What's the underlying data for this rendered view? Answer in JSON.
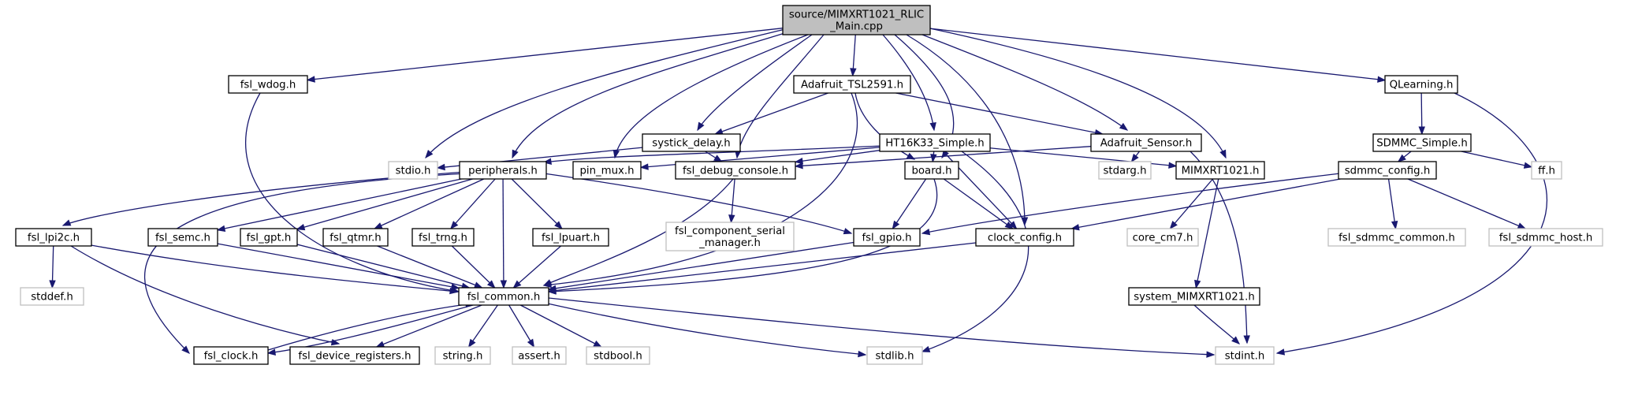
{
  "diagram": {
    "type": "include-dependency-graph",
    "nodes": [
      {
        "id": "main",
        "lines": [
          "source/MIMXRT1021_RLIC",
          "_Main.cpp"
        ],
        "kind": "root"
      },
      {
        "id": "fsl_wdog",
        "lines": [
          "fsl_wdog.h"
        ],
        "kind": "internal"
      },
      {
        "id": "adafruit_tsl",
        "lines": [
          "Adafruit_TSL2591.h"
        ],
        "kind": "internal"
      },
      {
        "id": "qlearning",
        "lines": [
          "QLearning.h"
        ],
        "kind": "internal"
      },
      {
        "id": "systick",
        "lines": [
          "systick_delay.h"
        ],
        "kind": "internal"
      },
      {
        "id": "ht16k33",
        "lines": [
          "HT16K33_Simple.h"
        ],
        "kind": "internal"
      },
      {
        "id": "adafruit_sensor",
        "lines": [
          "Adafruit_Sensor.h"
        ],
        "kind": "internal"
      },
      {
        "id": "sdmmc_simple",
        "lines": [
          "SDMMC_Simple.h"
        ],
        "kind": "internal"
      },
      {
        "id": "stdio",
        "lines": [
          "stdio.h"
        ],
        "kind": "external"
      },
      {
        "id": "peripherals",
        "lines": [
          "peripherals.h"
        ],
        "kind": "internal"
      },
      {
        "id": "pin_mux",
        "lines": [
          "pin_mux.h"
        ],
        "kind": "internal"
      },
      {
        "id": "fsl_debug_console",
        "lines": [
          "fsl_debug_console.h"
        ],
        "kind": "internal"
      },
      {
        "id": "board",
        "lines": [
          "board.h"
        ],
        "kind": "internal"
      },
      {
        "id": "stdarg",
        "lines": [
          "stdarg.h"
        ],
        "kind": "external"
      },
      {
        "id": "mimxrt1021",
        "lines": [
          "MIMXRT1021.h"
        ],
        "kind": "internal"
      },
      {
        "id": "sdmmc_config",
        "lines": [
          "sdmmc_config.h"
        ],
        "kind": "internal"
      },
      {
        "id": "ff",
        "lines": [
          "ff.h"
        ],
        "kind": "external"
      },
      {
        "id": "fsl_lpi2c",
        "lines": [
          "fsl_lpi2c.h"
        ],
        "kind": "internal"
      },
      {
        "id": "fsl_semc",
        "lines": [
          "fsl_semc.h"
        ],
        "kind": "internal"
      },
      {
        "id": "fsl_gpt",
        "lines": [
          "fsl_gpt.h"
        ],
        "kind": "internal"
      },
      {
        "id": "fsl_qtmr",
        "lines": [
          "fsl_qtmr.h"
        ],
        "kind": "internal"
      },
      {
        "id": "fsl_trng",
        "lines": [
          "fsl_trng.h"
        ],
        "kind": "internal"
      },
      {
        "id": "fsl_lpuart",
        "lines": [
          "fsl_lpuart.h"
        ],
        "kind": "internal"
      },
      {
        "id": "fsl_component_serial",
        "lines": [
          "fsl_component_serial",
          "_manager.h"
        ],
        "kind": "external"
      },
      {
        "id": "fsl_gpio",
        "lines": [
          "fsl_gpio.h"
        ],
        "kind": "internal"
      },
      {
        "id": "clock_config",
        "lines": [
          "clock_config.h"
        ],
        "kind": "internal"
      },
      {
        "id": "core_cm7",
        "lines": [
          "core_cm7.h"
        ],
        "kind": "external"
      },
      {
        "id": "fsl_sdmmc_common",
        "lines": [
          "fsl_sdmmc_common.h"
        ],
        "kind": "external"
      },
      {
        "id": "fsl_sdmmc_host",
        "lines": [
          "fsl_sdmmc_host.h"
        ],
        "kind": "external"
      },
      {
        "id": "stddef",
        "lines": [
          "stddef.h"
        ],
        "kind": "external"
      },
      {
        "id": "fsl_common",
        "lines": [
          "fsl_common.h"
        ],
        "kind": "internal"
      },
      {
        "id": "system_mimxrt1021",
        "lines": [
          "system_MIMXRT1021.h"
        ],
        "kind": "internal"
      },
      {
        "id": "fsl_clock",
        "lines": [
          "fsl_clock.h"
        ],
        "kind": "internal"
      },
      {
        "id": "fsl_device_registers",
        "lines": [
          "fsl_device_registers.h"
        ],
        "kind": "internal"
      },
      {
        "id": "string",
        "lines": [
          "string.h"
        ],
        "kind": "external"
      },
      {
        "id": "assert",
        "lines": [
          "assert.h"
        ],
        "kind": "external"
      },
      {
        "id": "stdbool",
        "lines": [
          "stdbool.h"
        ],
        "kind": "external"
      },
      {
        "id": "stdlib",
        "lines": [
          "stdlib.h"
        ],
        "kind": "external"
      },
      {
        "id": "stdint",
        "lines": [
          "stdint.h"
        ],
        "kind": "external"
      }
    ],
    "edges": [
      {
        "from": "main",
        "to": "fsl_wdog"
      },
      {
        "from": "main",
        "to": "stdio"
      },
      {
        "from": "main",
        "to": "peripherals"
      },
      {
        "from": "main",
        "to": "systick"
      },
      {
        "from": "main",
        "to": "pin_mux"
      },
      {
        "from": "main",
        "to": "fsl_debug_console"
      },
      {
        "from": "main",
        "to": "adafruit_tsl"
      },
      {
        "from": "main",
        "to": "ht16k33"
      },
      {
        "from": "main",
        "to": "board"
      },
      {
        "from": "main",
        "to": "clock_config"
      },
      {
        "from": "main",
        "to": "adafruit_sensor"
      },
      {
        "from": "main",
        "to": "mimxrt1021"
      },
      {
        "from": "main",
        "to": "qlearning"
      },
      {
        "from": "fsl_wdog",
        "to": "fsl_common"
      },
      {
        "from": "adafruit_tsl",
        "to": "systick"
      },
      {
        "from": "adafruit_tsl",
        "to": "adafruit_sensor"
      },
      {
        "from": "adafruit_tsl",
        "to": "board"
      },
      {
        "from": "adafruit_tsl",
        "to": "fsl_common"
      },
      {
        "from": "qlearning",
        "to": "sdmmc_simple"
      },
      {
        "from": "qlearning",
        "to": "stdint"
      },
      {
        "from": "systick",
        "to": "stdio"
      },
      {
        "from": "systick",
        "to": "fsl_debug_console"
      },
      {
        "from": "ht16k33",
        "to": "peripherals"
      },
      {
        "from": "ht16k33",
        "to": "pin_mux"
      },
      {
        "from": "ht16k33",
        "to": "fsl_debug_console"
      },
      {
        "from": "ht16k33",
        "to": "board"
      },
      {
        "from": "ht16k33",
        "to": "clock_config"
      },
      {
        "from": "ht16k33",
        "to": "mimxrt1021"
      },
      {
        "from": "ht16k33",
        "to": "stdlib"
      },
      {
        "from": "adafruit_sensor",
        "to": "fsl_debug_console"
      },
      {
        "from": "adafruit_sensor",
        "to": "stdarg"
      },
      {
        "from": "adafruit_sensor",
        "to": "stdint"
      },
      {
        "from": "sdmmc_simple",
        "to": "sdmmc_config"
      },
      {
        "from": "sdmmc_simple",
        "to": "ff"
      },
      {
        "from": "peripherals",
        "to": "fsl_lpi2c"
      },
      {
        "from": "peripherals",
        "to": "fsl_semc"
      },
      {
        "from": "peripherals",
        "to": "fsl_gpt"
      },
      {
        "from": "peripherals",
        "to": "fsl_qtmr"
      },
      {
        "from": "peripherals",
        "to": "fsl_trng"
      },
      {
        "from": "peripherals",
        "to": "fsl_lpuart"
      },
      {
        "from": "peripherals",
        "to": "fsl_gpio"
      },
      {
        "from": "peripherals",
        "to": "fsl_common"
      },
      {
        "from": "peripherals",
        "to": "fsl_clock"
      },
      {
        "from": "fsl_debug_console",
        "to": "fsl_component_serial"
      },
      {
        "from": "fsl_debug_console",
        "to": "fsl_common"
      },
      {
        "from": "board",
        "to": "fsl_gpio"
      },
      {
        "from": "board",
        "to": "clock_config"
      },
      {
        "from": "board",
        "to": "fsl_common"
      },
      {
        "from": "mimxrt1021",
        "to": "core_cm7"
      },
      {
        "from": "mimxrt1021",
        "to": "system_mimxrt1021"
      },
      {
        "from": "sdmmc_config",
        "to": "fsl_gpio"
      },
      {
        "from": "sdmmc_config",
        "to": "clock_config"
      },
      {
        "from": "sdmmc_config",
        "to": "fsl_sdmmc_common"
      },
      {
        "from": "sdmmc_config",
        "to": "fsl_sdmmc_host"
      },
      {
        "from": "fsl_lpi2c",
        "to": "stddef"
      },
      {
        "from": "fsl_lpi2c",
        "to": "fsl_common"
      },
      {
        "from": "fsl_lpi2c",
        "to": "fsl_device_registers"
      },
      {
        "from": "fsl_semc",
        "to": "fsl_common"
      },
      {
        "from": "fsl_gpt",
        "to": "fsl_common"
      },
      {
        "from": "fsl_qtmr",
        "to": "fsl_common"
      },
      {
        "from": "fsl_trng",
        "to": "fsl_common"
      },
      {
        "from": "fsl_lpuart",
        "to": "fsl_common"
      },
      {
        "from": "fsl_gpio",
        "to": "fsl_common"
      },
      {
        "from": "clock_config",
        "to": "fsl_common"
      },
      {
        "from": "system_mimxrt1021",
        "to": "stdint"
      },
      {
        "from": "fsl_common",
        "to": "fsl_clock"
      },
      {
        "from": "fsl_common",
        "to": "fsl_device_registers"
      },
      {
        "from": "fsl_common",
        "to": "string"
      },
      {
        "from": "fsl_common",
        "to": "assert"
      },
      {
        "from": "fsl_common",
        "to": "stdbool"
      },
      {
        "from": "fsl_common",
        "to": "stdlib"
      },
      {
        "from": "fsl_common",
        "to": "stdint"
      },
      {
        "from": "fsl_clock",
        "to": "fsl_common"
      }
    ]
  }
}
